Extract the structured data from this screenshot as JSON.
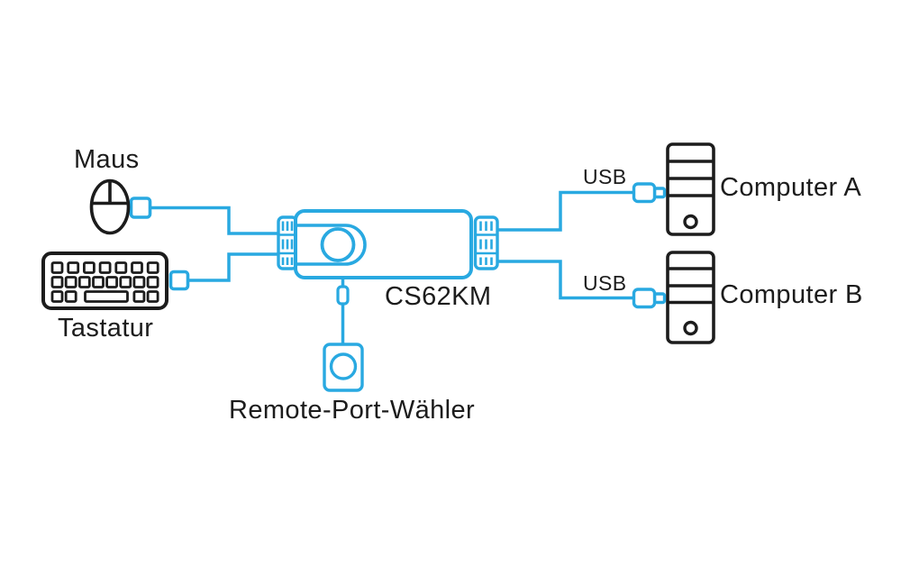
{
  "colors": {
    "cable": "#29A9E1",
    "ink": "#1C1C1C",
    "background": "#FFFFFF"
  },
  "labels": {
    "mouse": "Maus",
    "keyboard": "Tastatur",
    "device_model": "CS62KM",
    "remote_selector": "Remote-Port-Wähler",
    "usb_a": "USB",
    "usb_b": "USB",
    "computer_a": "Computer A",
    "computer_b": "Computer B"
  },
  "diagram": {
    "type": "connection-diagram",
    "device": "CS62KM",
    "connections": [
      {
        "from": "Maus",
        "to": "CS62KM",
        "via": "USB connector"
      },
      {
        "from": "Tastatur",
        "to": "CS62KM",
        "via": "USB connector"
      },
      {
        "from": "Remote-Port-Wähler",
        "to": "CS62KM",
        "via": "cable"
      },
      {
        "from": "CS62KM",
        "to": "Computer A",
        "via": "USB"
      },
      {
        "from": "CS62KM",
        "to": "Computer B",
        "via": "USB"
      }
    ]
  }
}
